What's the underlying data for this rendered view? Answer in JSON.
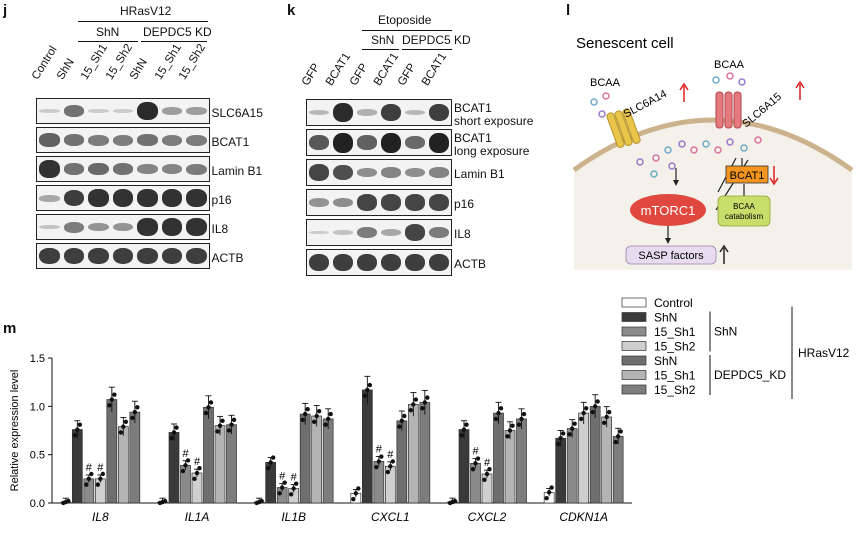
{
  "panels": {
    "j": "j",
    "k": "k",
    "l": "l",
    "m": "m"
  },
  "panel_j": {
    "top_group": "HRasV12",
    "subgroups": [
      "ShN",
      "DEPDC5 KD"
    ],
    "lanes": [
      "Control",
      "ShN",
      "15_Sh1",
      "15_Sh2",
      "ShN",
      "15_Sh1",
      "15_Sh2"
    ],
    "blots": [
      {
        "name": "SLC6A15",
        "intensity": [
          0.05,
          0.55,
          0.05,
          0.05,
          0.95,
          0.3,
          0.3
        ]
      },
      {
        "name": "BCAT1",
        "intensity": [
          0.65,
          0.55,
          0.5,
          0.5,
          0.55,
          0.5,
          0.5
        ]
      },
      {
        "name": "Lamin B1",
        "intensity": [
          0.9,
          0.55,
          0.6,
          0.55,
          0.45,
          0.45,
          0.5
        ]
      },
      {
        "name": "p16",
        "intensity": [
          0.25,
          0.85,
          0.9,
          0.9,
          0.9,
          0.9,
          0.9
        ]
      },
      {
        "name": "IL8",
        "intensity": [
          0.1,
          0.5,
          0.35,
          0.35,
          0.9,
          0.9,
          0.9
        ]
      },
      {
        "name": "ACTB",
        "intensity": [
          0.85,
          0.85,
          0.85,
          0.85,
          0.85,
          0.85,
          0.85
        ]
      }
    ]
  },
  "panel_k": {
    "top_group": "Etoposide",
    "subgroups": [
      "ShN",
      "DEPDC5 KD"
    ],
    "lanes": [
      "GFP",
      "BCAT1",
      "GFP",
      "BCAT1",
      "GFP",
      "BCAT1"
    ],
    "blots": [
      {
        "name": "BCAT1\nshort exposure",
        "intensity": [
          0.15,
          0.95,
          0.2,
          0.85,
          0.15,
          0.85
        ]
      },
      {
        "name": "BCAT1\nlong exposure",
        "intensity": [
          0.7,
          1.0,
          0.65,
          1.0,
          0.6,
          1.0
        ]
      },
      {
        "name": "Lamin B1",
        "intensity": [
          0.8,
          0.75,
          0.4,
          0.45,
          0.4,
          0.45
        ]
      },
      {
        "name": "p16",
        "intensity": [
          0.35,
          0.4,
          0.8,
          0.8,
          0.8,
          0.8
        ]
      },
      {
        "name": "IL8",
        "intensity": [
          0.05,
          0.1,
          0.5,
          0.25,
          0.8,
          0.5
        ]
      },
      {
        "name": "ACTB",
        "intensity": [
          0.85,
          0.85,
          0.85,
          0.85,
          0.85,
          0.85
        ]
      }
    ]
  },
  "panel_l": {
    "title": "Senescent cell",
    "bcaa_left": "BCAA",
    "bcaa_right": "BCAA",
    "transporter_1": "SLC6A14",
    "transporter_2": "SLC6A15",
    "mtorc1": "mTORC1",
    "bcat1": "BCAT1",
    "catabolism": "BCAA\ncatabolism",
    "sasp": "SASP factors",
    "colors": {
      "mtorc1": "#e0483f",
      "bcat1": "#f2941e",
      "catabolism": "#c9dd6a",
      "sasp": "#e7dbef",
      "membrane": "#cdb28e",
      "cell": "#f4f0ea",
      "arrow_up": "#e02020"
    }
  },
  "chart_data": {
    "type": "bar",
    "ylabel": "Relative expression level",
    "ylim": [
      0,
      1.5
    ],
    "yticks": [
      "0.0",
      "0.5",
      "1.0",
      "1.5"
    ],
    "categories": [
      "IL8",
      "IL1A",
      "IL1B",
      "CXCL1",
      "CXCL2",
      "CDKN1A"
    ],
    "series": [
      {
        "name": "Control",
        "color": "#ffffff",
        "values": [
          0.01,
          0.01,
          0.01,
          0.1,
          0.01,
          0.11
        ]
      },
      {
        "name": "ShN",
        "color": "#3a3a3a",
        "values": [
          0.76,
          0.73,
          0.42,
          1.17,
          0.76,
          0.67
        ]
      },
      {
        "name": "15_Sh1",
        "color": "#8a8a8a",
        "values": [
          0.25,
          0.39,
          0.16,
          0.43,
          0.41,
          0.77
        ]
      },
      {
        "name": "15_Sh2",
        "color": "#cfcfcf",
        "values": [
          0.25,
          0.31,
          0.15,
          0.38,
          0.3,
          0.93
        ]
      },
      {
        "name": "ShN",
        "color": "#6e6e6e",
        "values": [
          1.07,
          0.99,
          0.92,
          0.85,
          0.93,
          1.0
        ]
      },
      {
        "name": "15_Sh1",
        "color": "#b4b4b4",
        "values": [
          0.79,
          0.8,
          0.9,
          1.02,
          0.75,
          0.89
        ]
      },
      {
        "name": "15_Sh2",
        "color": "#7d7d7d",
        "values": [
          0.94,
          0.81,
          0.87,
          1.04,
          0.87,
          0.69
        ]
      }
    ],
    "significance": [
      {
        "category": "IL8",
        "bars": [
          2,
          3
        ],
        "mark": "#"
      },
      {
        "category": "IL1A",
        "bars": [
          2,
          3
        ],
        "mark": "#"
      },
      {
        "category": "IL1B",
        "bars": [
          2,
          3
        ],
        "mark": "#"
      },
      {
        "category": "CXCL1",
        "bars": [
          2,
          3
        ],
        "mark": "#"
      },
      {
        "category": "CXCL2",
        "bars": [
          2,
          3
        ],
        "mark": "#"
      }
    ],
    "legend": {
      "groups": [
        {
          "label": "ShN",
          "members": [
            1,
            2,
            3
          ]
        },
        {
          "label": "DEPDC5_KD",
          "members": [
            4,
            5,
            6
          ]
        }
      ],
      "outer_label": "HRasV12"
    }
  }
}
